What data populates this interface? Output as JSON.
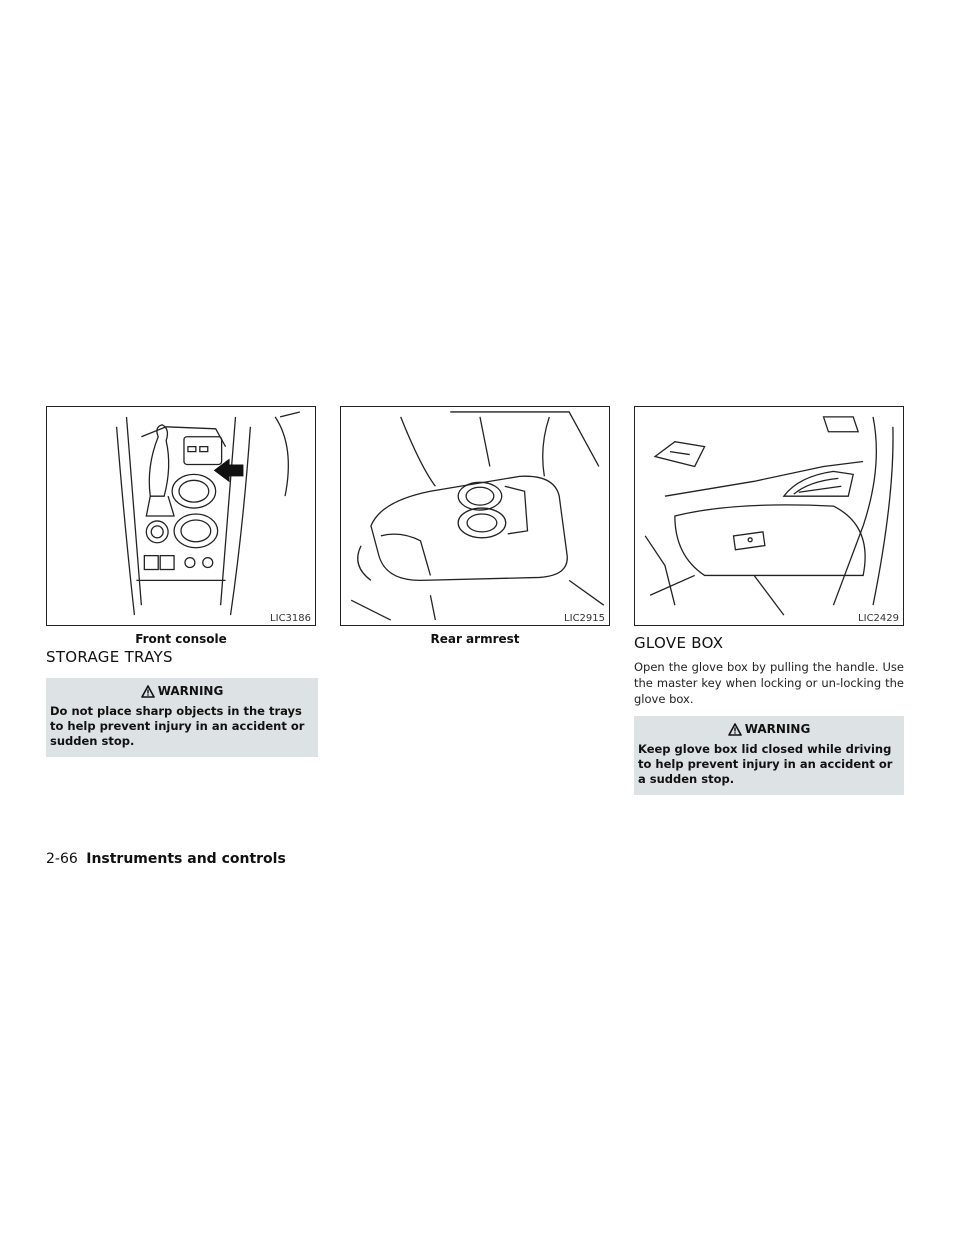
{
  "figures": [
    {
      "code": "LIC3186",
      "caption": "Front console"
    },
    {
      "code": "LIC2915",
      "caption": "Rear armrest"
    },
    {
      "code": "LIC2429",
      "caption": ""
    }
  ],
  "storage": {
    "title": "STORAGE TRAYS",
    "warning_label": "WARNING",
    "warning_text": "Do not place sharp objects in the trays to help prevent injury in an accident or sudden stop."
  },
  "glove": {
    "title": "GLOVE BOX",
    "body": "Open the glove box by pulling the handle. Use the master key when locking or un-locking the glove box.",
    "warning_label": "WARNING",
    "warning_text": "Keep glove box lid closed while driving to help prevent injury in an accident or a sudden stop."
  },
  "footer": {
    "page": "2-66",
    "section": "Instruments and controls"
  },
  "icons": {
    "warning": "warning-triangle-icon",
    "arrow": "arrow-left-icon"
  }
}
